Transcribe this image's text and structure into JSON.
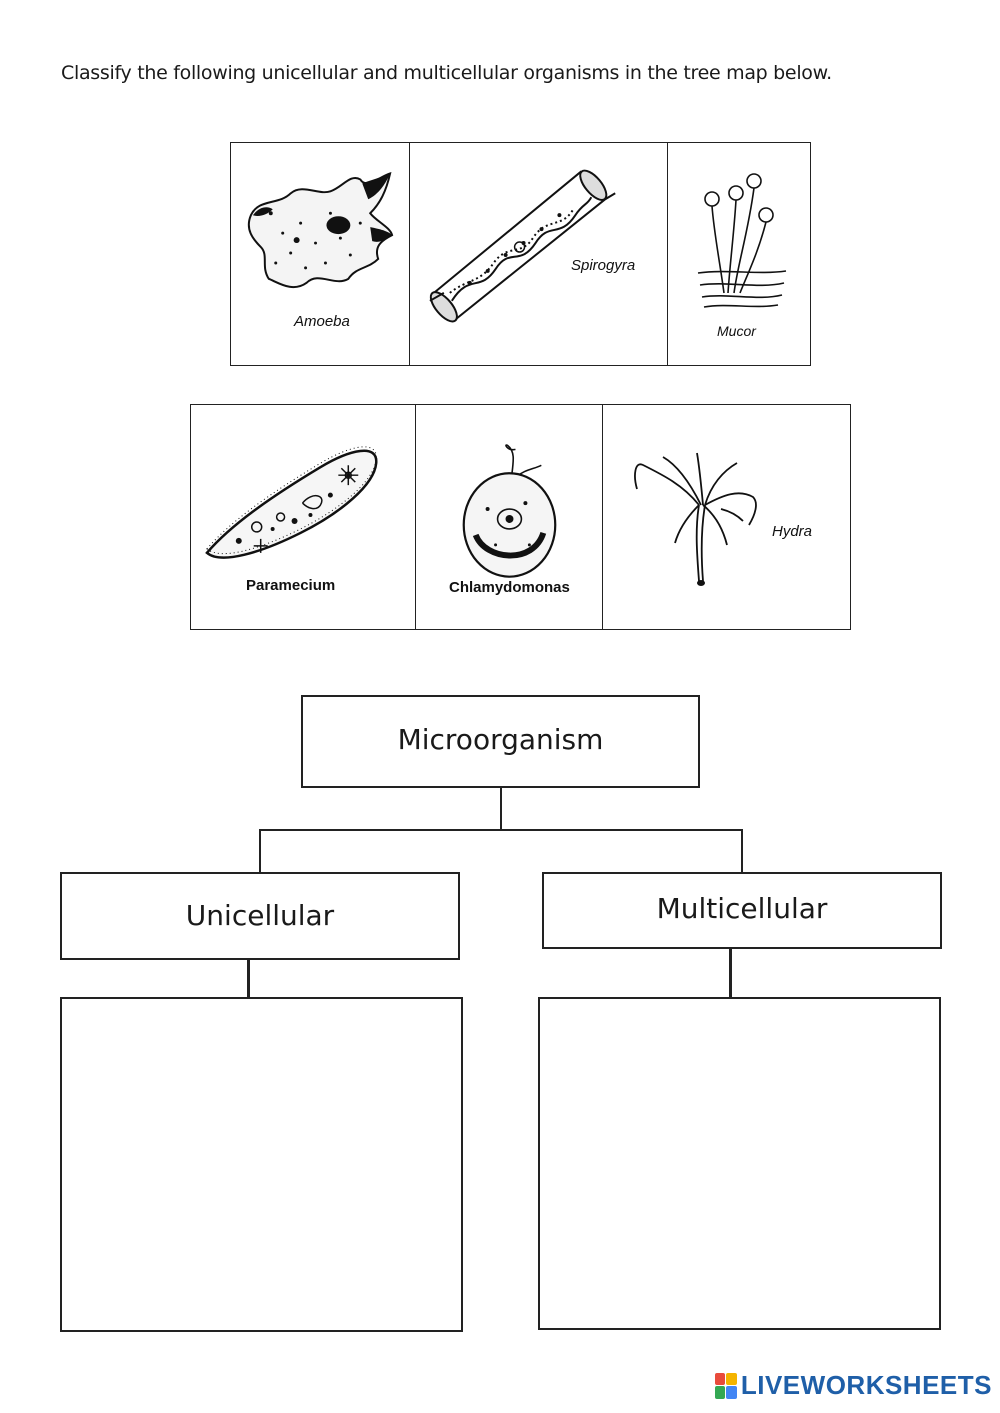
{
  "instruction": "Classify the following unicellular and multicellular organisms in the tree map below.",
  "specimens": {
    "row1": [
      "Amoeba",
      "Spirogyra",
      "Mucor"
    ],
    "row2": [
      "Paramecium",
      "Chlamydomonas",
      "Hydra"
    ]
  },
  "tree": {
    "root": "Microorganism",
    "left": "Unicellular",
    "right": "Multicellular"
  },
  "watermark": "LIVEWORKSHEETS",
  "colors": {
    "line": "#222222",
    "watermark": "#1f5fa8"
  }
}
